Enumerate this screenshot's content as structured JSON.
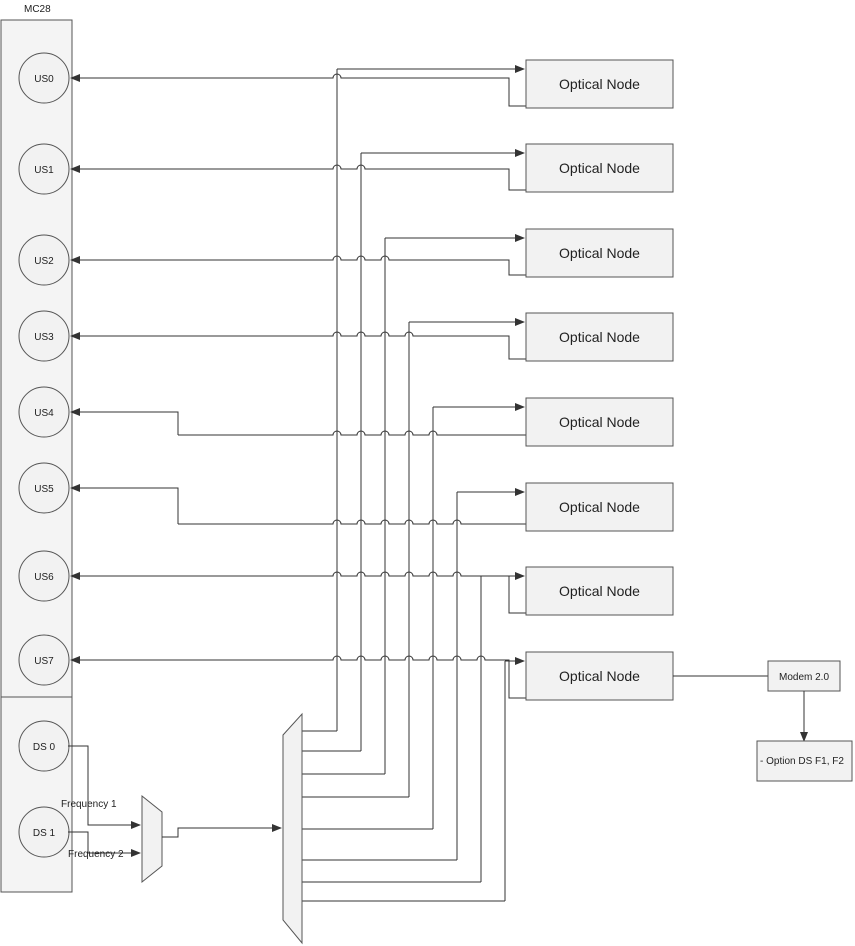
{
  "chassis": {
    "label": "MC28",
    "upstream_ports": [
      "US0",
      "US1",
      "US2",
      "US3",
      "US4",
      "US5",
      "US6",
      "US7"
    ],
    "downstream_ports": [
      "DS 0",
      "DS 1"
    ]
  },
  "combiner": {
    "input_labels": [
      "Frequency 1",
      "Frequency 2"
    ]
  },
  "optical_nodes": [
    {
      "label": "Optical Node"
    },
    {
      "label": "Optical Node"
    },
    {
      "label": "Optical Node"
    },
    {
      "label": "Optical Node"
    },
    {
      "label": "Optical Node"
    },
    {
      "label": "Optical Node"
    },
    {
      "label": "Optical Node"
    },
    {
      "label": "Optical Node"
    }
  ],
  "modem": {
    "label": "Modem 2.0"
  },
  "option_box": {
    "label": "-  Option DS F1, F2"
  },
  "colors": {
    "line": "#333333",
    "chassis_fill": "#f4f4f4",
    "box_fill": "#f2f2f2",
    "border": "#555555"
  }
}
